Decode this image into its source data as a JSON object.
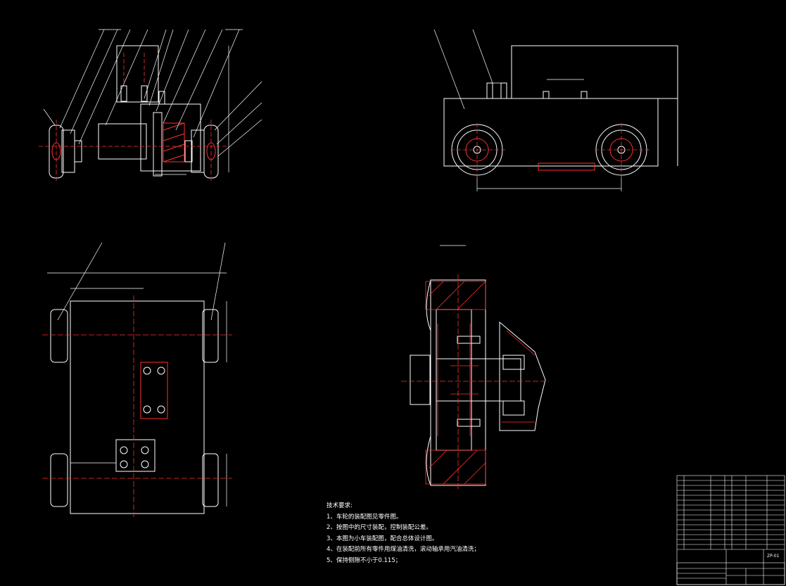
{
  "technical_requirements": {
    "heading": "技术要求:",
    "items": [
      "1、车轮的装配图见零件图。",
      "2、按图中的尺寸装配，控制装配公差。",
      "3、本图为小车装配图，配合总体设计图。",
      "4、在装配前所有零件用煤油清洗，滚动轴承用汽油清洗；",
      "5、保持侧隙不小于0.115；"
    ]
  },
  "title_block": {
    "drawing_no": "ZP-01"
  },
  "colors": {
    "background": "#000000",
    "outline": "#ffffff",
    "centerline": "#ff2020",
    "hatch": "#ff2020"
  }
}
